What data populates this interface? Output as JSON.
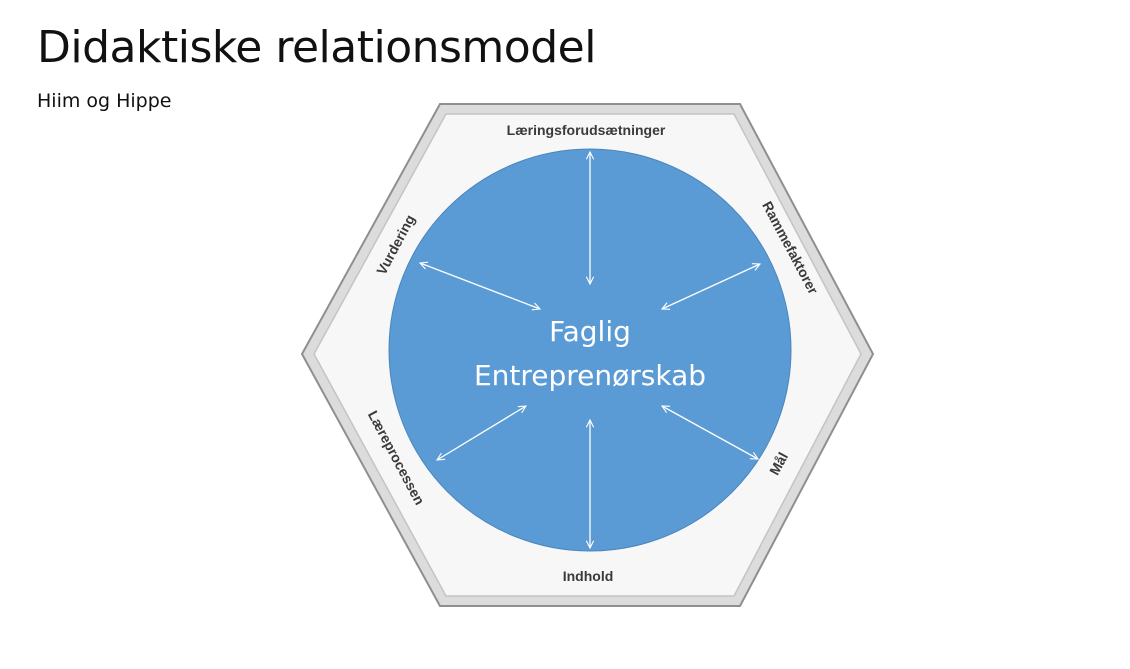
{
  "slide": {
    "title": "Didaktiske relationsmodel",
    "subtitle": "Hiim og Hippe"
  },
  "diagram": {
    "center": {
      "line1": "Faglig",
      "line2": "Entreprenørskab"
    },
    "sides": {
      "top": "Læringsforudsætninger",
      "top_right": "Rammefaktorer",
      "bottom_right": "Mål",
      "bottom": "Indhold",
      "bottom_left": "Læreprocessen",
      "top_left": "Vurdering"
    },
    "colors": {
      "circle_fill": "#5b9bd5",
      "hexagon_fill": "#f7f7f7",
      "hexagon_border": "#9a9a9a",
      "arrow": "#ffffff",
      "center_text": "#ffffff"
    }
  }
}
